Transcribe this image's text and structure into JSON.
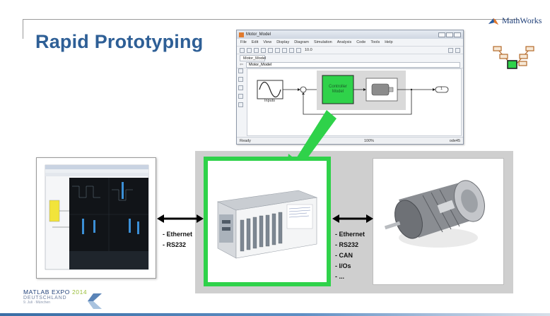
{
  "slide": {
    "title": "Rapid Prototyping",
    "brand": {
      "name": "MathWorks",
      "trademark": "®"
    },
    "colors": {
      "title": "#2e5f96",
      "highlight": "#2fd24a",
      "band": "#cfcfcf",
      "brand": "#1f3f78"
    }
  },
  "simulink": {
    "window_title": "Motor_Model",
    "menu": [
      "File",
      "Edit",
      "View",
      "Display",
      "Diagram",
      "Simulation",
      "Analysis",
      "Code",
      "Tools",
      "Help"
    ],
    "sim_time": "10.0",
    "tab": "Motor_Model",
    "breadcrumb": "Motor_Model",
    "blocks": {
      "source_label": "Inputs",
      "controller_label": "Controller Model",
      "outport_label": "1"
    },
    "status": {
      "state": "Ready",
      "zoom": "100%",
      "solver": "ode45"
    }
  },
  "interfaces": {
    "host_to_target": [
      "- Ethernet",
      "- RS232"
    ],
    "target_to_plant": [
      "- Ethernet",
      "- RS232",
      "- CAN",
      "- I/Os",
      "- ..."
    ]
  },
  "footer": {
    "event": "MATLAB EXPO",
    "year": "2014",
    "country": "DEUTSCHLAND",
    "detail": "9. Juli · München"
  }
}
